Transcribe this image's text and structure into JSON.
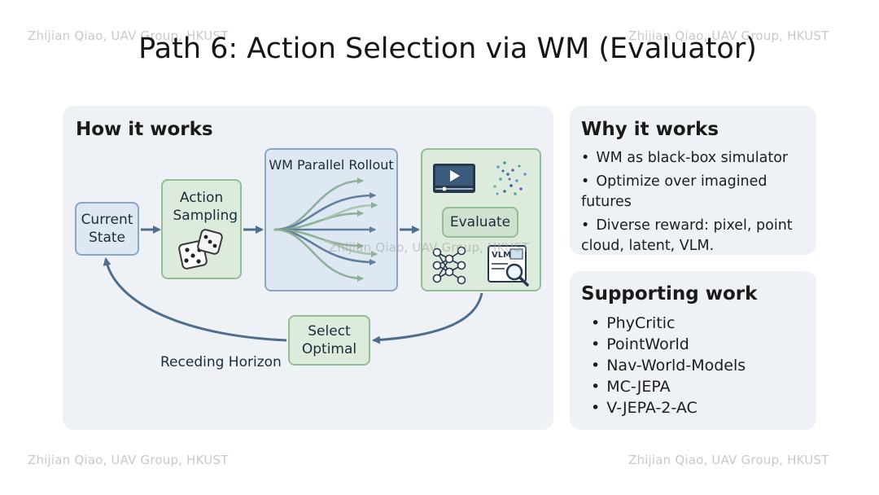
{
  "watermark": "Zhijian Qiao, UAV Group, HKUST",
  "title": "Path 6: Action Selection via WM (Evaluator)",
  "how_panel": {
    "heading": "How it works",
    "current_state": "Current State",
    "action_sampling": "Action Sampling",
    "rollout_label": "WM Parallel Rollout",
    "evaluate": "Evaluate",
    "vlm_label": "VLM",
    "select_optimal": "Select Optimal",
    "receding_horizon": "Receding Horizon"
  },
  "why_panel": {
    "heading": "Why it works",
    "items": [
      "WM as black-box simulator",
      "Optimize over imagined futures",
      "Diverse reward: pixel, point cloud, latent, VLM."
    ]
  },
  "support_panel": {
    "heading": "Supporting work",
    "items": [
      "PhyCritic",
      "PointWorld",
      "Nav-World-Models",
      "MC-JEPA",
      "V-JEPA-2-AC"
    ]
  },
  "colors": {
    "arrow": "#4d6e8c",
    "blue_box_fill": "#dde8f3",
    "blue_box_border": "#8aa6c3",
    "green_box_fill": "#dcebdc",
    "green_box_border": "#93bd93"
  }
}
